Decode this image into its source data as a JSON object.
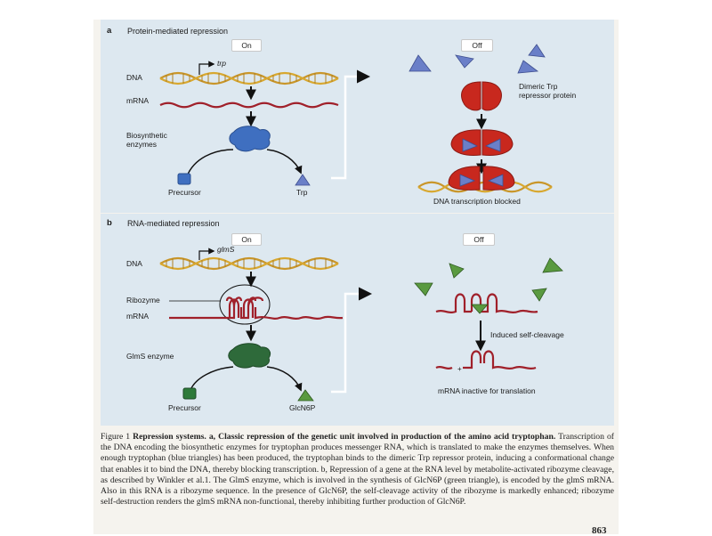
{
  "panel_a": {
    "letter": "a",
    "title": "Protein-mediated repression",
    "on_label": "On",
    "off_label": "Off",
    "dna_label": "DNA",
    "gene_label": "trp",
    "mrna_label": "mRNA",
    "enzymes_label": "Biosynthetic\nenzymes",
    "precursor_label": "Precursor",
    "product_label": "Trp",
    "repressor_label": "Dimeric Trp\nrepressor protein",
    "blocked_label": "DNA transcription blocked"
  },
  "panel_b": {
    "letter": "b",
    "title": "RNA-mediated repression",
    "on_label": "On",
    "off_label": "Off",
    "dna_label": "DNA",
    "gene_label": "glmS",
    "ribozyme_label": "Ribozyme",
    "mrna_label": "mRNA",
    "enzyme_label": "GlmS enzyme",
    "precursor_label": "Precursor",
    "product_label": "GlcN6P",
    "cleavage_label": "Induced self-cleavage",
    "inactive_label": "mRNA inactive for translation"
  },
  "caption": {
    "fig_label": "Figure 1",
    "heading": "Repression systems.",
    "part_a_intro": "a, Classic repression of the genetic unit involved in production of the amino acid tryptophan.",
    "part_a_body": "Transcription of the DNA encoding the biosynthetic enzymes for tryptophan produces messenger RNA, which is translated to make the enzymes themselves. When enough tryptophan (blue triangles) has been produced, the tryptophan binds to the dimeric Trp repressor protein, inducing a conformational change that enables it to bind the DNA, thereby blocking transcription.",
    "part_b": "b, Repression of a gene at the RNA level by metabolite-activated ribozyme cleavage, as described by Winkler et al.1. The GlmS enzyme, which is involved in the synthesis of GlcN6P (green triangle), is encoded by the glmS mRNA. Also in this RNA is a ribozyme sequence. In the presence of GlcN6P, the self-cleavage activity of the ribozyme is markedly enhanced; ribozyme self-destruction renders the glmS mRNA non-functional, thereby inhibiting further production of GlcN6P."
  },
  "page_number": "863",
  "colors": {
    "panel_bg": "#dde8f0",
    "dna": "#c9962a",
    "rna": "#a0202a",
    "repressor": "#c8281e",
    "trp": "#6a7fc8",
    "enzyme_a": "#3f6fc0",
    "enzyme_b": "#2e6a3a",
    "glcn6p": "#5a9a40"
  },
  "icons": {
    "arrow": "arrow-down",
    "dna": "double-helix",
    "ribozyme": "hairpin-stem-loops"
  }
}
